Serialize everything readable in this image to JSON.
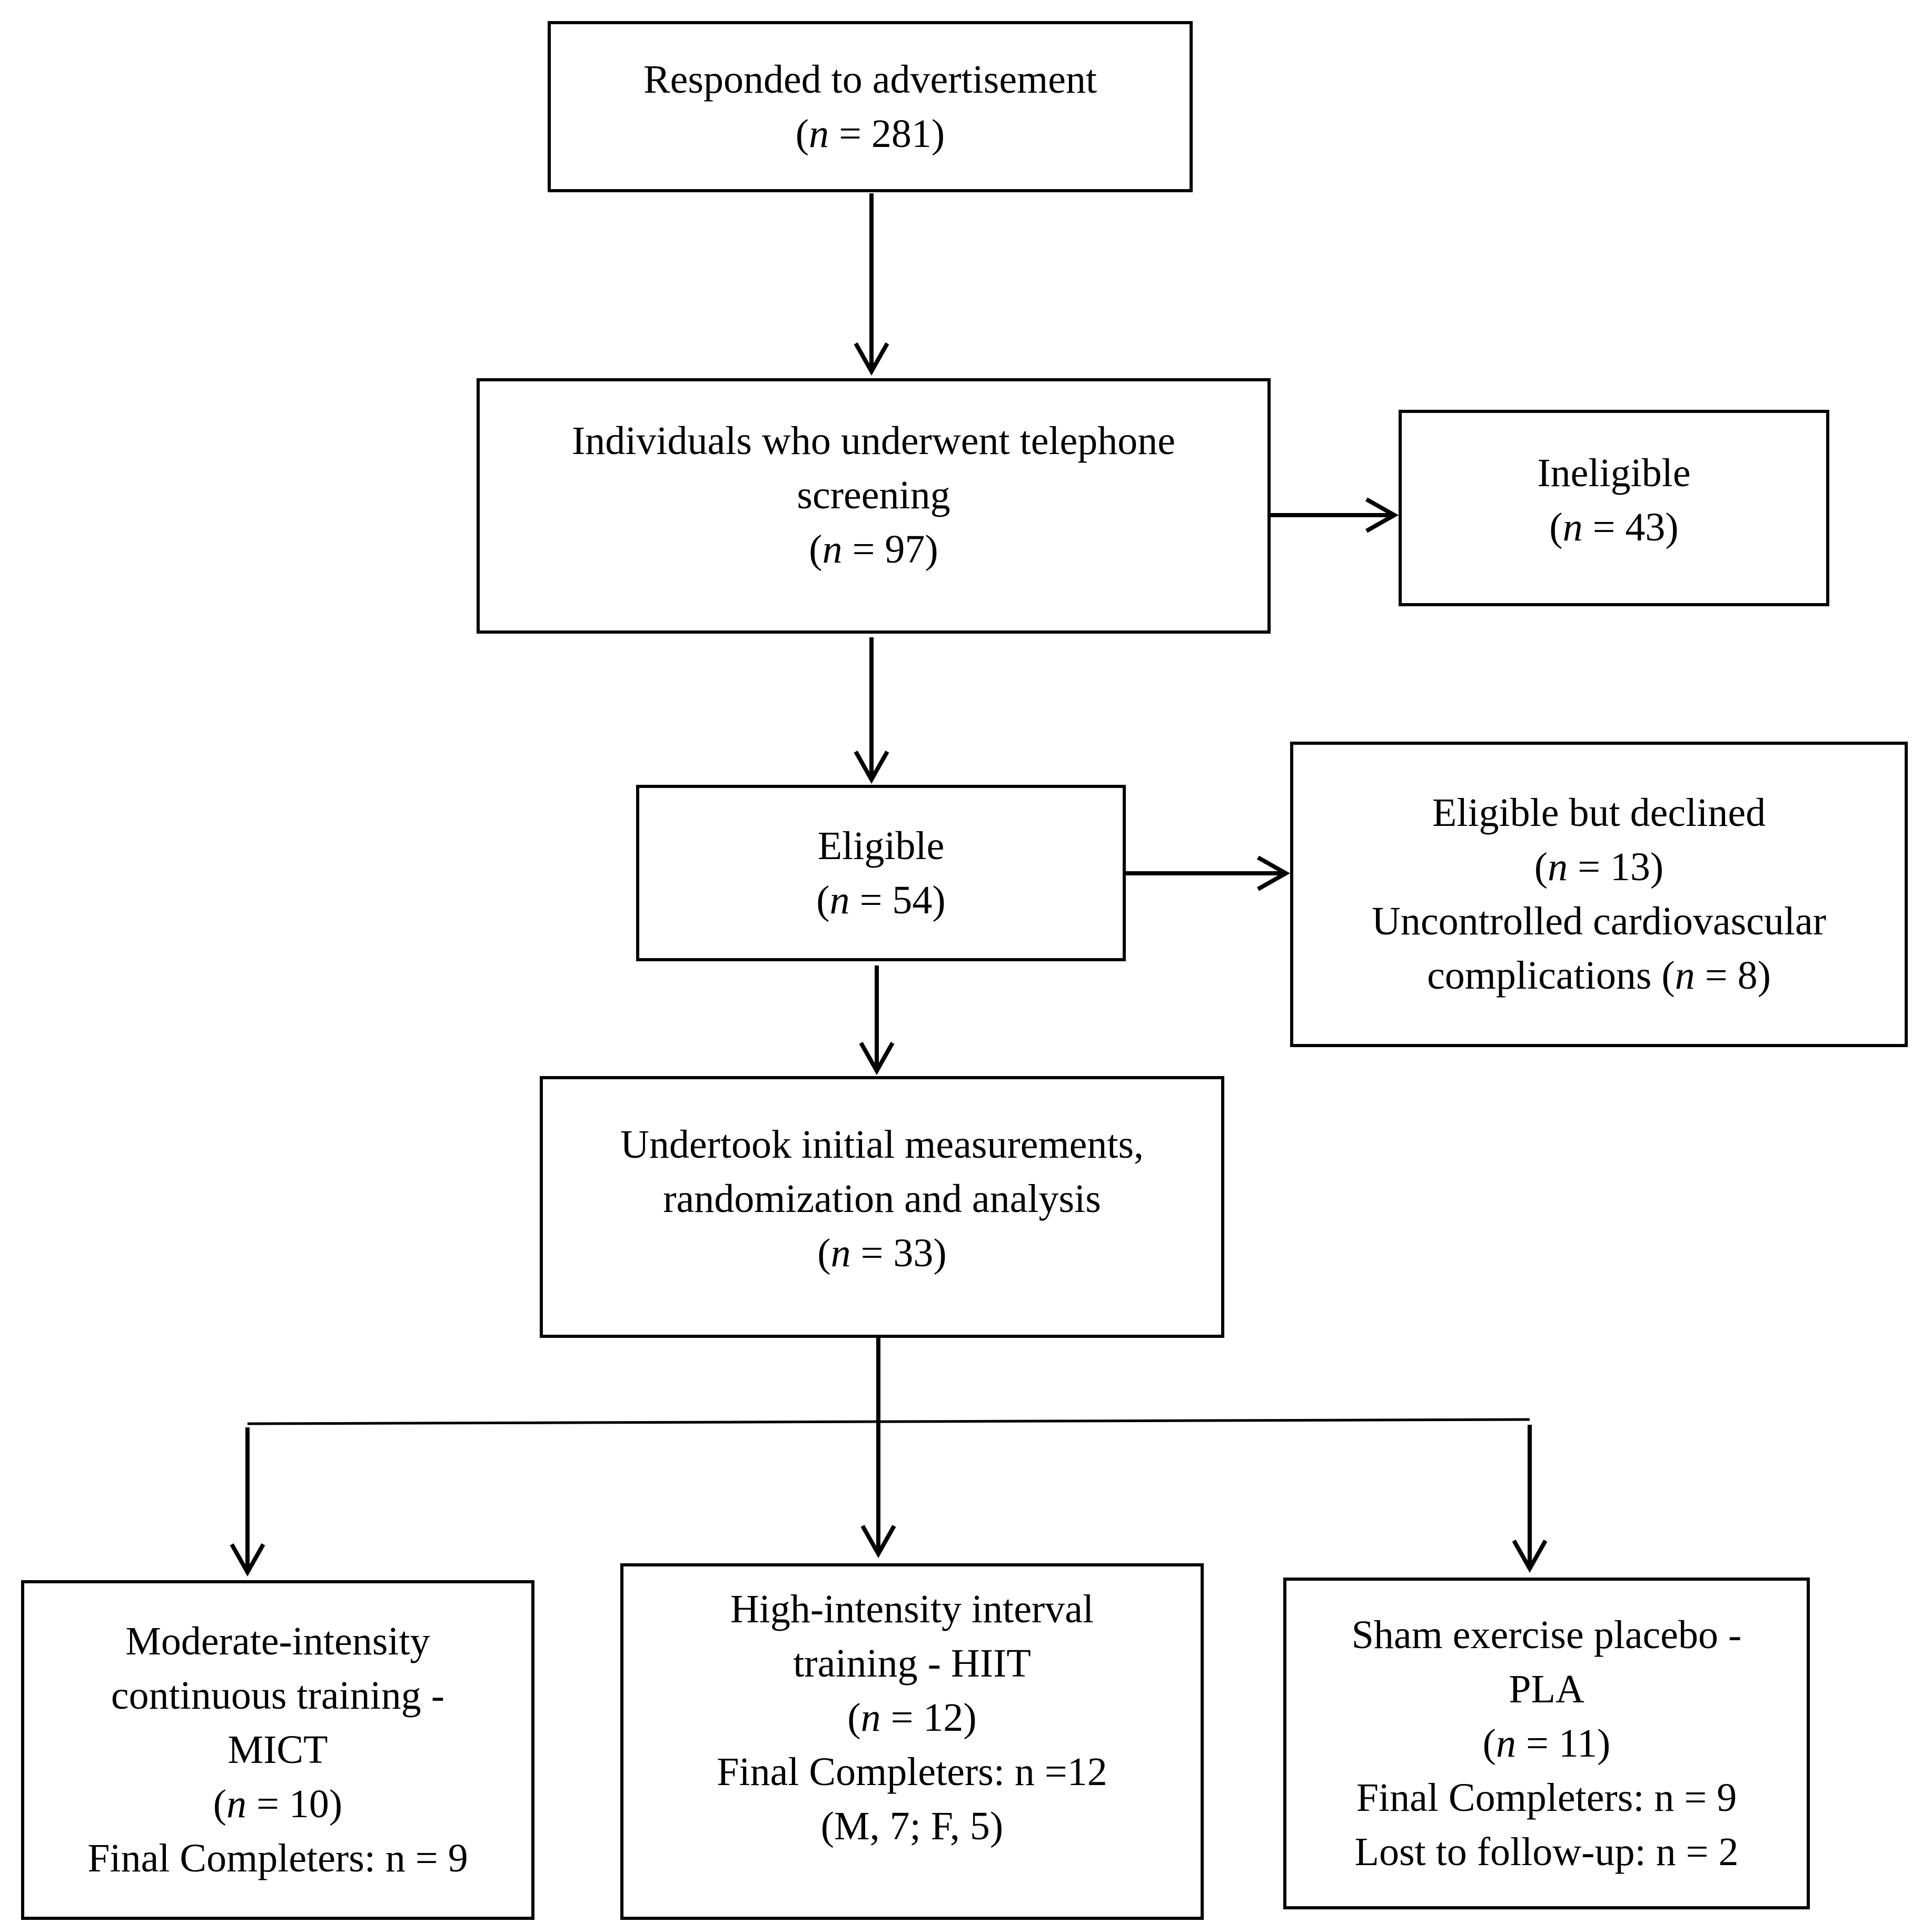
{
  "flowchart": {
    "responded": {
      "title": "Responded to advertisement",
      "n_open": "(",
      "n_label": "n",
      "n_rest": " = 281)"
    },
    "screening": {
      "title_line1": "Individuals who underwent telephone",
      "title_line2": "screening",
      "n_open": "(",
      "n_label": "n",
      "n_rest": " = 97)"
    },
    "ineligible": {
      "title": "Ineligible",
      "n_open": "(",
      "n_label": "n",
      "n_rest": " = 43)"
    },
    "eligible": {
      "title": "Eligible",
      "n_open": "(",
      "n_label": "n",
      "n_rest": " = 54)"
    },
    "declined": {
      "title": "Eligible but declined",
      "n_open": "(",
      "n_label": "n",
      "n_rest": " = 13)",
      "complication_line1": "Uncontrolled cardiovascular",
      "complication_line2_pre": "complications (",
      "complication_n_label": "n",
      "complication_n_rest": " = 8)"
    },
    "initial": {
      "title_line1": "Undertook initial measurements,",
      "title_line2": "randomization and analysis",
      "n_open": "(",
      "n_label": "n",
      "n_rest": " = 33)"
    },
    "mict": {
      "title_line1": "Moderate-intensity",
      "title_line2": "continuous training -",
      "title_line3": "MICT",
      "n_open": "(",
      "n_label": "n",
      "n_rest": " = 10)",
      "completers": "Final Completers: n = 9"
    },
    "hiit": {
      "title_line1": "High-intensity interval",
      "title_line2": "training - HIIT",
      "n_open": "(",
      "n_label": "n",
      "n_rest": " = 12)",
      "completers": "Final Completers: n =12",
      "sex_breakdown": "(M, 7; F, 5)"
    },
    "pla": {
      "title_line1": "Sham exercise placebo -",
      "title_line2": "PLA",
      "n_open": "(",
      "n_label": "n",
      "n_rest": " = 11)",
      "completers": "Final Completers: n = 9",
      "lost": "Lost to follow-up: n = 2"
    }
  }
}
